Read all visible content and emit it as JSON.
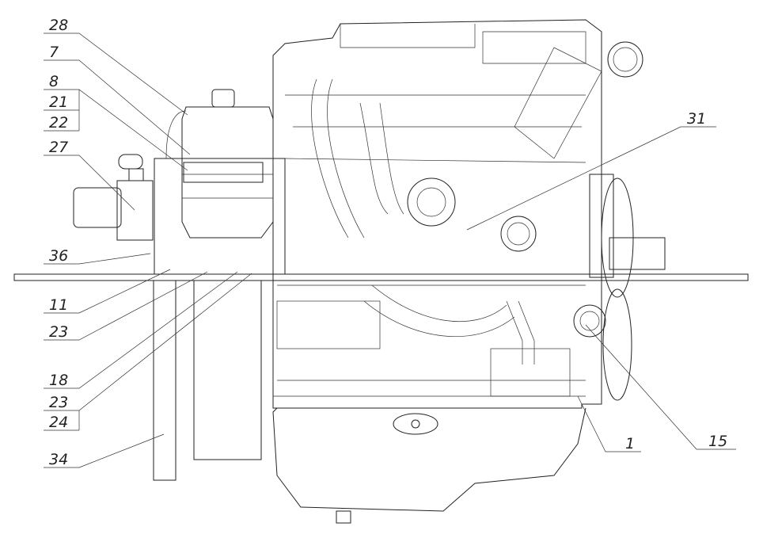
{
  "title": "Engine assembly drawing with part callouts",
  "callouts_left": [
    "28",
    "7",
    "8",
    "21",
    "22",
    "27",
    "36",
    "11",
    "23",
    "18",
    "23",
    "24",
    "34"
  ],
  "callouts_right": [
    "31",
    "1",
    "15"
  ],
  "colors": {
    "line": "#222222",
    "background": "#ffffff"
  }
}
